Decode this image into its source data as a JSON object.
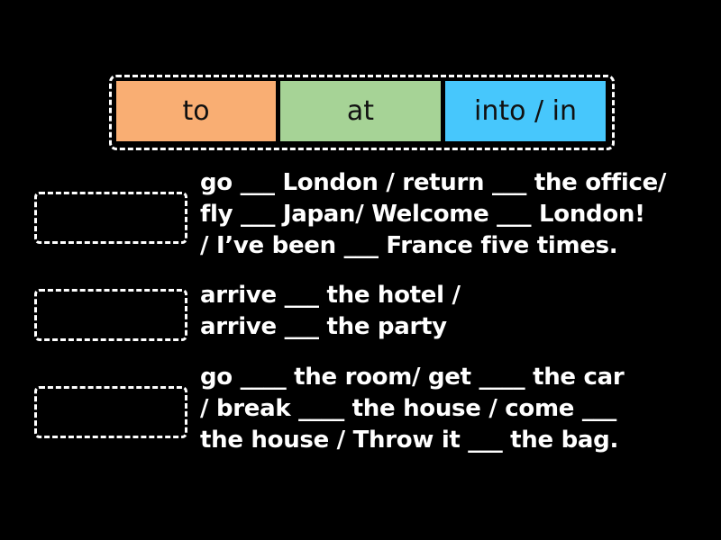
{
  "tiles": [
    {
      "label": "to",
      "color": "#F9AE73"
    },
    {
      "label": "at",
      "color": "#A6D396"
    },
    {
      "label": "into / in",
      "color": "#47C7FC"
    }
  ],
  "targets": [
    {
      "clue": "go ___ London / return ___ the office/\nfly ___ Japan/ Welcome ___ London!\n/ I’ve been ___ France five times."
    },
    {
      "clue": "arrive ___ the hotel /\narrive ___ the party"
    },
    {
      "clue": "go ____ the room/ get ____ the car\n/ break ____ the house / come ___\nthe house / Throw it ___ the bag."
    }
  ]
}
